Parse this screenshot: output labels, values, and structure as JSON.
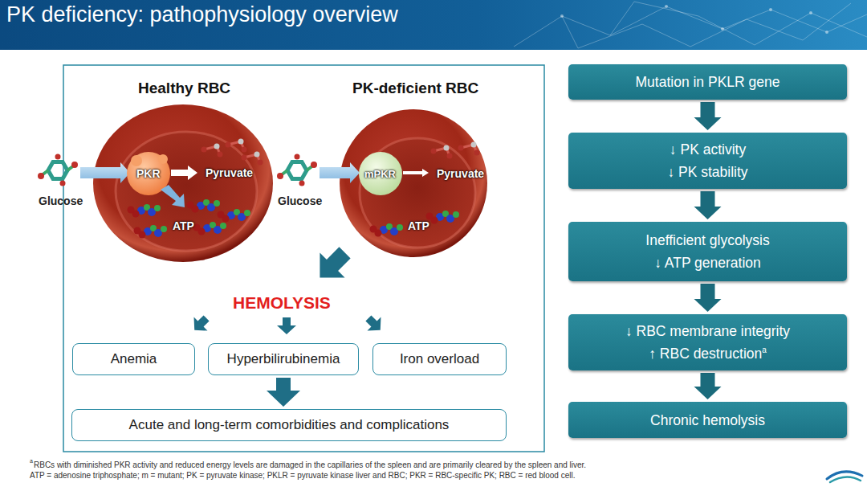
{
  "diagram": {
    "title": "PK deficiency: pathophysiology overview",
    "nodes": [
      {
        "text": [
          "Anemia"
        ]
      },
      {
        "text": [
          "Hyperbilirubinemia"
        ]
      },
      {
        "text": [
          "Iron overload"
        ]
      },
      {
        "text": [
          "Acute and long-term comorbidities and complications"
        ]
      },
      {
        "text": [
          "Mutation in PKLR gene"
        ]
      },
      {
        "text": [
          "↓ PK activity",
          "↓ PK stability"
        ]
      },
      {
        "text": [
          "Inefficient glycolysis",
          "↓ ATP generation"
        ]
      },
      {
        "text": [
          "↓ RBC membrane integrity",
          "↑ RBC destruction"
        ]
      },
      {
        "text": [
          "Chronic hemolysis"
        ]
      }
    ],
    "edges": [
      {
        "from": 1,
        "to": 3,
        "arrow": "to"
      },
      {
        "from": 4,
        "to": 5,
        "arrow": "to"
      },
      {
        "from": 5,
        "to": 6,
        "arrow": "to"
      },
      {
        "from": 6,
        "to": 7,
        "arrow": "to"
      },
      {
        "from": 7,
        "to": 8,
        "arrow": "to"
      }
    ],
    "labels": [
      "Healthy RBC",
      "PK-deficient RBC",
      "PKR",
      "Pyruvate",
      "ATP",
      "Glucose",
      "mPKR",
      "Pyruvate",
      "ATP",
      "Glucose",
      "HEMOLYSIS",
      "a",
      "a",
      "RBCs with diminished PKR activity and reduced energy levels are damaged in the capillaries of the spleen and are primarily cleared by the spleen and liver.",
      "ATP = adenosine triphosphate; m = mutant; PK = pyruvate kinase; PKLR = pyruvate kinase liver and RBC; PKR = RBC-specific PK; RBC = red blood cell."
    ]
  }
}
